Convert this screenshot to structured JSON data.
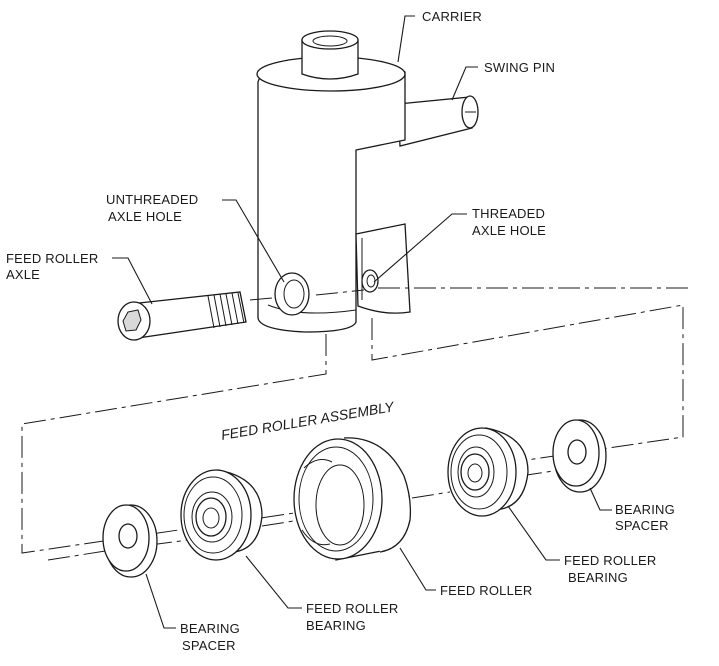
{
  "diagram": {
    "labels": {
      "carrier": "CARRIER",
      "swing_pin": "SWING PIN",
      "unthreaded_axle_hole": [
        "UNTHREADED",
        "AXLE HOLE"
      ],
      "threaded_axle_hole": [
        "THREADED",
        "AXLE HOLE"
      ],
      "feed_roller_axle": [
        "FEED ROLLER",
        "AXLE"
      ],
      "feed_roller_assembly": "FEED ROLLER ASSEMBLY",
      "bearing_spacer_left": [
        "BEARING",
        "SPACER"
      ],
      "feed_roller_bearing_left": [
        "FEED ROLLER",
        "BEARING"
      ],
      "feed_roller": "FEED ROLLER",
      "feed_roller_bearing_right": [
        "FEED ROLLER",
        "BEARING"
      ],
      "bearing_spacer_right": [
        "BEARING",
        "SPACER"
      ]
    }
  }
}
